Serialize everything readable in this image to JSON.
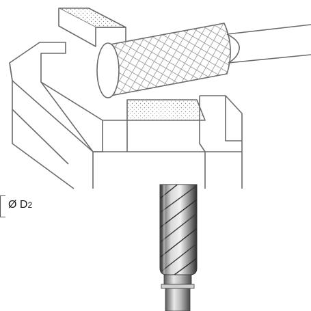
{
  "dimension": {
    "symbol": "Ø D",
    "subscript": "2"
  },
  "colors": {
    "line": "#6b6b6b",
    "dots": "#8a8a8a",
    "shank": "#9a9a9a"
  },
  "icons": [
    "milling-burr-in-vise-illustration",
    "cylindrical-carbide-burr-illustration"
  ]
}
